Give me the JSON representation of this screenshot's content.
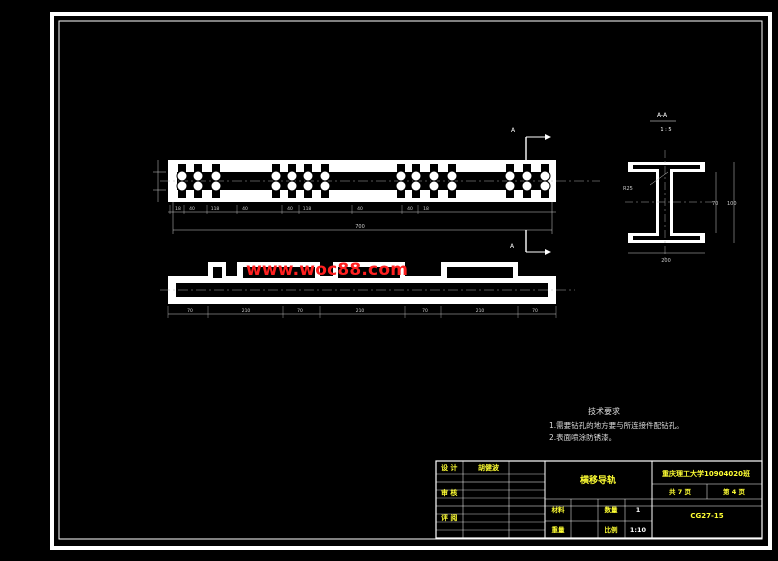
{
  "watermark": "www.woc88.com",
  "section_marks": {
    "a_top": "A",
    "a_bottom": "A"
  },
  "top_view": {
    "dimensions": [
      "18",
      "40",
      "118",
      "40",
      "40",
      "118",
      "40",
      "40",
      "18"
    ],
    "overall": "700"
  },
  "front_view": {
    "dimensions": [
      "70",
      "210",
      "70",
      "210",
      "70",
      "210",
      "70"
    ]
  },
  "section_view": {
    "title_top": "A-A",
    "scale": "1 : 5",
    "radius": "R25",
    "width": "200",
    "height_inner": "70",
    "height_outer": "100"
  },
  "tech_notes": {
    "heading": "技术要求",
    "items": [
      "1.需要钻孔的地方要与所连接件配钻孔。",
      "2.表面喷涂防锈漆。"
    ]
  },
  "title_block": {
    "row_labels": [
      "设 计",
      "审 核",
      "评 阅"
    ],
    "designer": "胡健波",
    "part_name": "横移导轨",
    "school": "重庆理工大学10904020班",
    "sheet_total": "共 7 页",
    "sheet_no": "第 4 页",
    "material_label": "材料",
    "quantity_label": "数量",
    "quantity": "1",
    "weight_label": "重量",
    "scale_label": "比例",
    "scale": "1:10",
    "drawing_no": "CG27-15"
  },
  "colors": {
    "background": "#000000",
    "frame": "#ffffff",
    "geometry": "#ffffff",
    "dimension": "#d8d8d8",
    "title_text": "#ffff33",
    "watermark": "#ff2020"
  }
}
